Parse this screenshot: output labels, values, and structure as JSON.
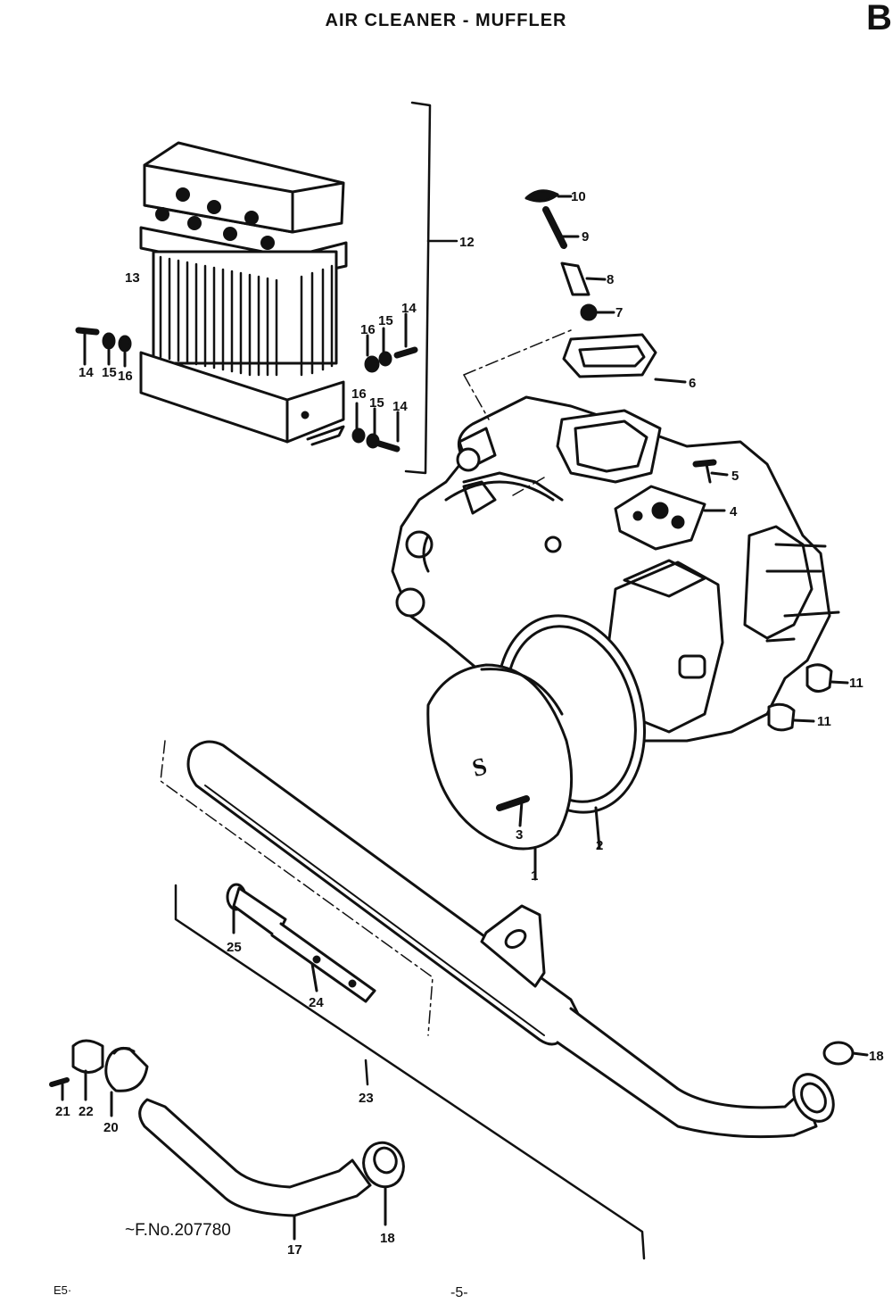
{
  "title": "AIR CLEANER - MUFFLER",
  "corner_mark": "B",
  "frame_note": "~F.No.207780",
  "page_number": "-5-",
  "footer_code": "E5·",
  "callouts": {
    "c1": "1",
    "c2": "2",
    "c3": "3",
    "c4": "4",
    "c5": "5",
    "c6": "6",
    "c7": "7",
    "c8": "8",
    "c9": "9",
    "c10": "10",
    "c11a": "11",
    "c11b": "11",
    "c12": "12",
    "c13": "13",
    "c14a": "14",
    "c14b": "14",
    "c14c": "14",
    "c15a": "15",
    "c15b": "15",
    "c15c": "15",
    "c16a": "16",
    "c16b": "16",
    "c16c": "16",
    "c17": "17",
    "c18a": "18",
    "c18b": "18",
    "c20": "20",
    "c21": "21",
    "c22": "22",
    "c23": "23",
    "c24": "24",
    "c25": "25"
  }
}
